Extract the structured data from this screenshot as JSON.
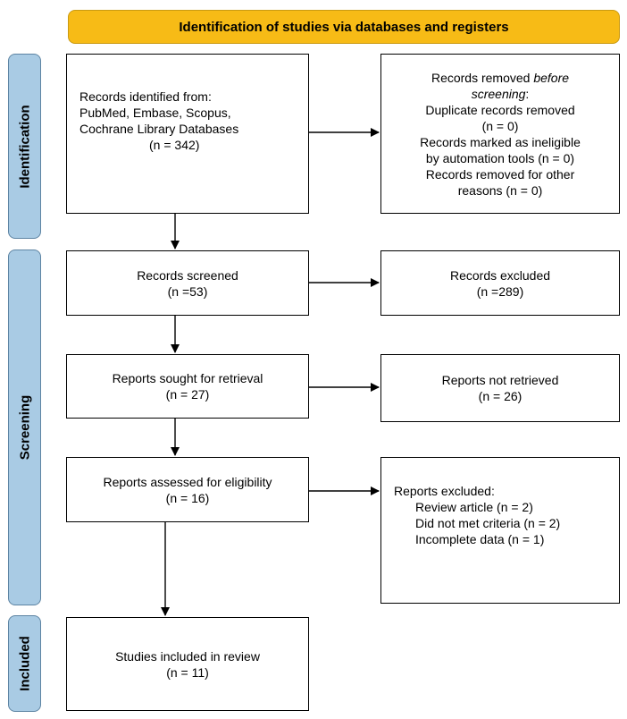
{
  "banner": "Identification of studies via databases and registers",
  "stages": {
    "identification": "Identification",
    "screening": "Screening",
    "included": "Included"
  },
  "identified": {
    "lines": [
      "Records identified from:",
      "PubMed, Embase, Scopus,",
      "Cochrane Library Databases"
    ],
    "n": "(n = 342)"
  },
  "removed": {
    "line1_prefix": "Records removed ",
    "line1_italic": "before",
    "line2_italic": "screening",
    "line2_suffix": ":",
    "lines": [
      "Duplicate records removed",
      "(n = 0)",
      "Records marked as ineligible",
      "by automation tools (n = 0)",
      "Records removed for other",
      "reasons (n = 0)"
    ]
  },
  "screened": {
    "label": "Records screened",
    "n": "(n =53)"
  },
  "excluded": {
    "label": "Records excluded",
    "n": "(n =289)"
  },
  "sought": {
    "label": "Reports sought for retrieval",
    "n": "(n = 27)"
  },
  "not_retrieved": {
    "label": "Reports not retrieved",
    "n": "(n = 26)"
  },
  "assessed": {
    "label": "Reports assessed for eligibility",
    "n": "(n = 16)"
  },
  "reports_excluded": {
    "title": "Reports excluded:",
    "items": [
      "Review article (n = 2)",
      "Did not met criteria (n = 2)",
      "Incomplete data (n = 1)"
    ]
  },
  "included_box": {
    "label": "Studies included in review",
    "n": "(n = 11)"
  }
}
